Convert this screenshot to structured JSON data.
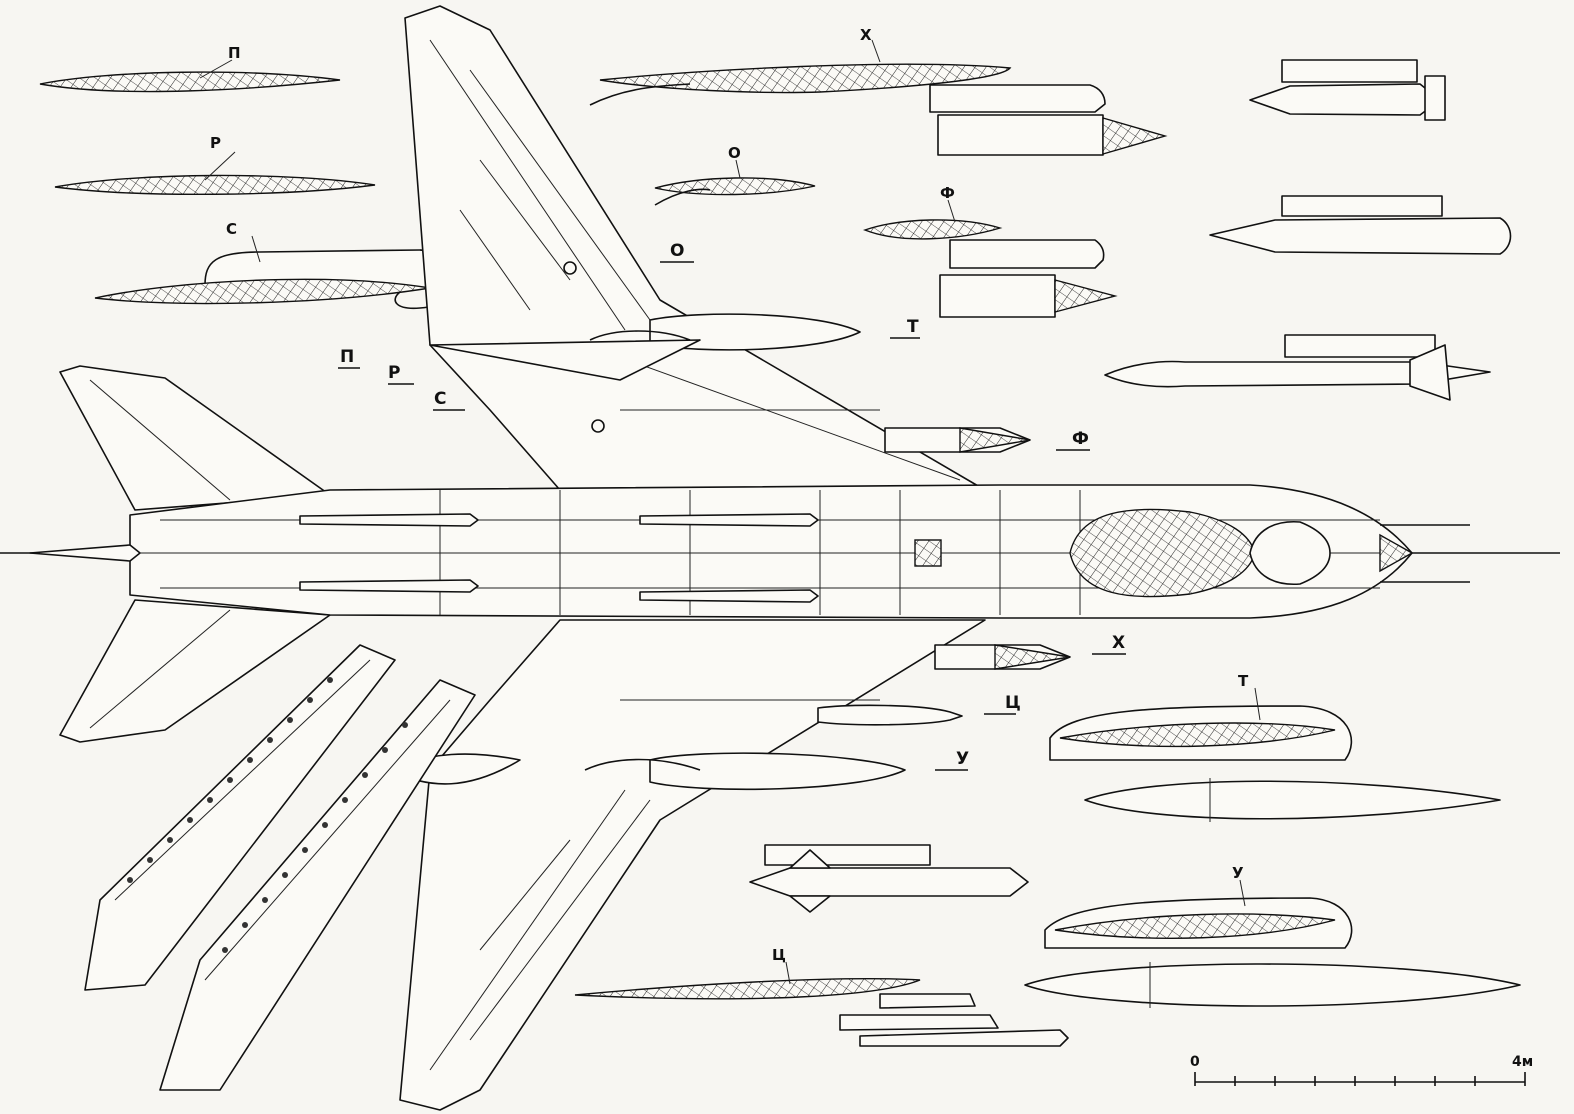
{
  "section_labels": {
    "p": "П",
    "r": "Р",
    "s": "С",
    "o": "О",
    "t": "Т",
    "f": "Ф",
    "kh": "Х",
    "ts": "Ц",
    "u": "У"
  },
  "scale_bar": {
    "start": "0",
    "end": "4м"
  },
  "colors": {
    "ink": "#111111",
    "paper": "#f7f6f2"
  }
}
